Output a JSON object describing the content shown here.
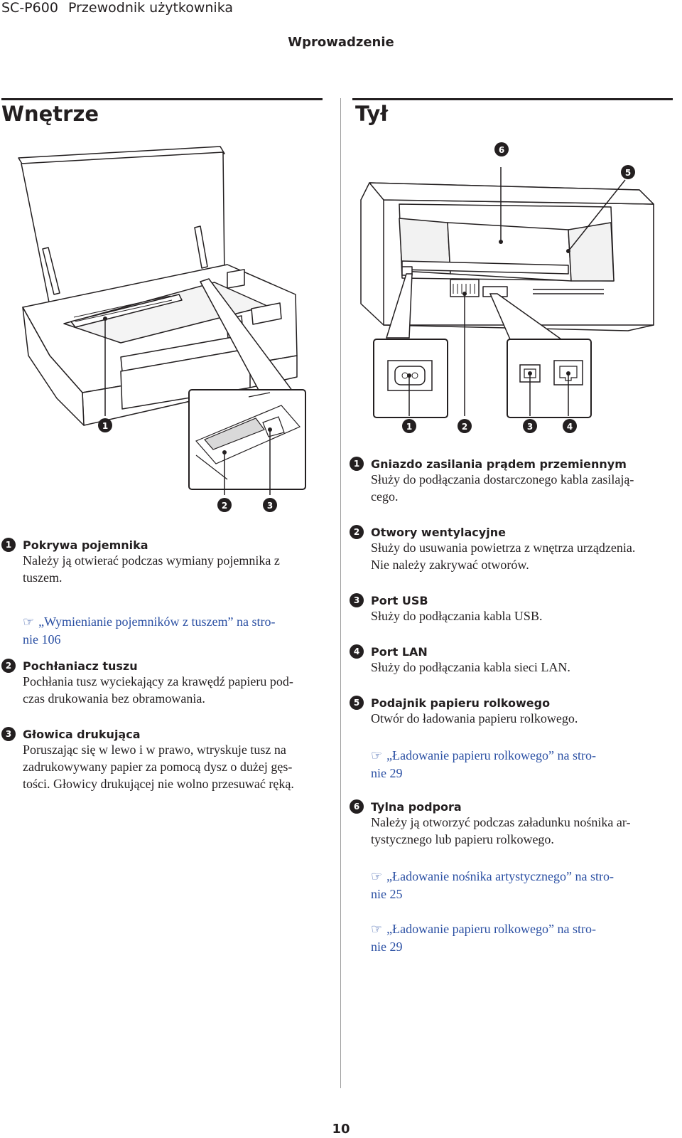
{
  "header": {
    "product": "SC-P600",
    "guide": "Przewodnik użytkownika",
    "section": "Wprowadzenie"
  },
  "left": {
    "title": "Wnętrze",
    "callouts": [
      "1",
      "2",
      "3"
    ],
    "items": [
      {
        "num": "1",
        "title": "Pokrywa pojemnika",
        "desc_lines": [
          "Należy ją otwierać podczas wymiany pojemnika z",
          "tuszem."
        ],
        "link_lines": [
          "„Wymienianie pojemników z tuszem” na stro-",
          "nie 106"
        ]
      },
      {
        "num": "2",
        "title": "Pochłaniacz tuszu",
        "desc_lines": [
          "Pochłania tusz wyciekający za krawędź papieru pod-",
          "czas drukowania bez obramowania."
        ]
      },
      {
        "num": "3",
        "title": "Głowica drukująca",
        "desc_lines": [
          "Poruszając się w lewo i w prawo, wtryskuje tusz na",
          "zadrukowywany papier za pomocą dysz o dużej gęs-",
          "tości. Głowicy drukującej nie wolno przesuwać ręką."
        ]
      }
    ]
  },
  "right": {
    "title": "Tył",
    "callouts": [
      "1",
      "2",
      "3",
      "4",
      "5",
      "6"
    ],
    "items": [
      {
        "num": "1",
        "title": "Gniazdo zasilania prądem przemiennym",
        "desc_lines": [
          "Służy do podłączania dostarczonego kabla zasilają-",
          "cego."
        ]
      },
      {
        "num": "2",
        "title": "Otwory wentylacyjne",
        "desc_lines": [
          "Służy do usuwania powietrza z wnętrza urządzenia.",
          "Nie należy zakrywać otworów."
        ]
      },
      {
        "num": "3",
        "title": "Port USB",
        "desc_lines": [
          "Służy do podłączania kabla USB."
        ]
      },
      {
        "num": "4",
        "title": "Port LAN",
        "desc_lines": [
          "Służy do podłączania kabla sieci LAN."
        ]
      },
      {
        "num": "5",
        "title": "Podajnik papieru rolkowego",
        "desc_lines": [
          "Otwór do ładowania papieru rolkowego."
        ],
        "link_lines": [
          "„Ładowanie papieru rolkowego” na stro-",
          "nie 29"
        ]
      },
      {
        "num": "6",
        "title": "Tylna podpora",
        "desc_lines": [
          "Należy ją otworzyć podczas załadunku nośnika ar-",
          "tystycznego lub papieru rolkowego."
        ],
        "links": [
          [
            "„Ładowanie nośnika artystycznego” na stro-",
            "nie 25"
          ],
          [
            "„Ładowanie papieru rolkowego” na stro-",
            "nie 29"
          ]
        ]
      }
    ]
  },
  "footer": {
    "page": "10"
  },
  "colors": {
    "text": "#231f20",
    "link": "#2a4fa3",
    "rule": "#231f20",
    "divider": "#9d9d9d"
  }
}
